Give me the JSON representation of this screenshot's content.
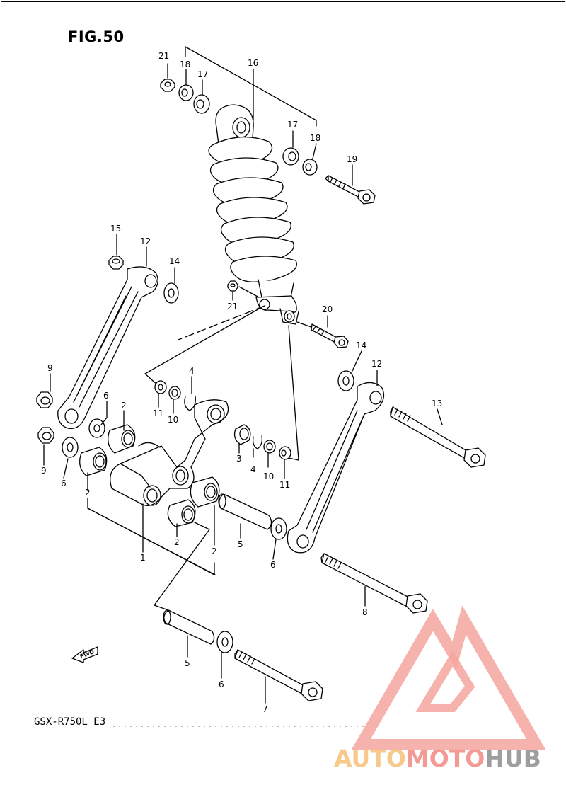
{
  "figure": {
    "title": "FIG.50",
    "model_code": "GSX-R750L  E3"
  },
  "fwd_label": "FWD",
  "logo": {
    "part1": "AUTO",
    "part2": "MOTO",
    "part3": "HUB",
    "colors": {
      "auto": "#f7c98a",
      "moto": "#f29a93",
      "hub": "#9e9e9e",
      "triangle": "#f4a49d"
    }
  },
  "callouts": {
    "c21a": "21",
    "c18a": "18",
    "c17a": "17",
    "c16": "16",
    "c17b": "17",
    "c18b": "18",
    "c19": "19",
    "c15": "15",
    "c12a": "12",
    "c14a": "14",
    "c21b": "21",
    "c20": "20",
    "c9a": "9",
    "c6a": "6",
    "c2a": "2",
    "c4a": "4",
    "c11a": "11",
    "c10a": "10",
    "c14b": "14",
    "c12b": "12",
    "c13": "13",
    "c9b": "9",
    "c6b": "6",
    "c2b": "2",
    "c3": "3",
    "c4b": "4",
    "c10b": "10",
    "c11b": "11",
    "c1": "1",
    "c2c": "2",
    "c2d": "2",
    "c5a": "5",
    "c6c": "6",
    "c8": "8",
    "c5b": "5",
    "c6d": "6",
    "c7": "7"
  }
}
